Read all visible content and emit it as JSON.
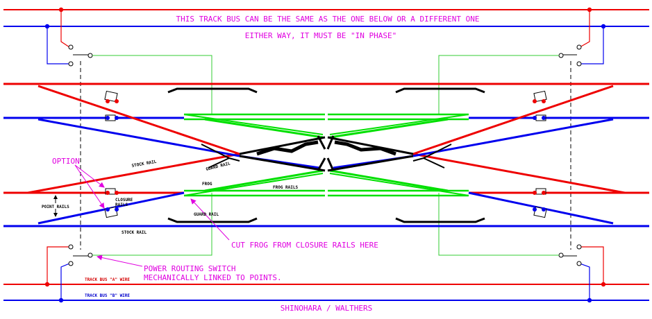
{
  "labels": {
    "top_note_1": "THIS TRACK BUS CAN BE THE SAME AS THE ONE BELOW OR A DIFFERENT ONE",
    "top_note_2": "EITHER WAY, IT MUST BE \"IN PHASE\"",
    "option": "OPTION",
    "stock_rail_upper": "STOCK RAIL",
    "guard_rail_upper": "GUARD RAIL",
    "frog": "FROG",
    "frog_rails": "FROG RAILS",
    "closure_rails_1": "CLOSURE",
    "closure_rails_2": "RAILS",
    "point_rails": "POINT RAILS",
    "guard_rail_lower": "GUARD RAIL",
    "stock_rail_lower": "STOCK RAIL",
    "cut_frog_note": "CUT FROG FROM CLOSURE RAILS HERE",
    "power_switch_1": "POWER ROUTING SWITCH",
    "power_switch_2": "MECHANICALLY LINKED TO POINTS.",
    "track_bus_a": "TRACK BUS \"A\" WIRE",
    "track_bus_b": "TRACK BUS \"B\" WIRE",
    "credit": "SHINOHARA / WALTHERS"
  },
  "colors": {
    "rail_a": "#ee0000",
    "rail_b": "#0000ee",
    "frog_rail": "#00e000",
    "switch_wire": "#33cc33",
    "annotation": "#e000e0",
    "guard_rail": "#000000"
  },
  "icons": {
    "junction_dot": "filled-circle",
    "switch_contact": "hollow-circle",
    "annotation_arrow": "arrowhead"
  }
}
